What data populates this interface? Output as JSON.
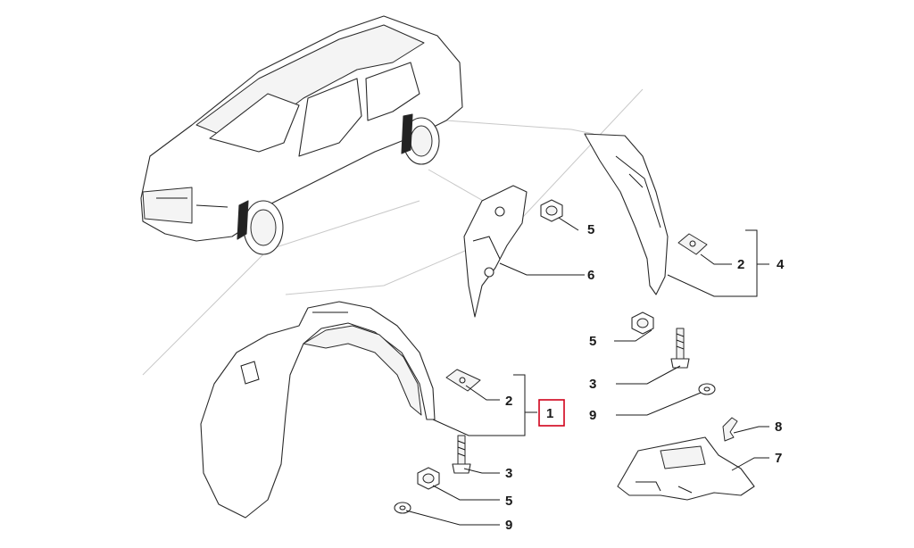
{
  "callouts": {
    "c5a": "5",
    "c6": "6",
    "c2a": "2",
    "c4": "4",
    "c5b": "5",
    "c3a": "3",
    "c9a": "9",
    "c2b": "2",
    "c1": "1",
    "c8": "8",
    "c7": "7",
    "c3b": "3",
    "c5c": "5",
    "c9b": "9"
  },
  "colors": {
    "highlight": "#d0021b",
    "ink": "#1a1a1a",
    "guide": "#c8c8c8"
  },
  "icons": [
    "car-illustration",
    "rear-wheel-arch-liner",
    "rear-arch-deflector",
    "front-wheel-arch-liner",
    "splash-shield",
    "flange-nut",
    "screw",
    "washer",
    "clip-nut",
    "push-pin"
  ]
}
